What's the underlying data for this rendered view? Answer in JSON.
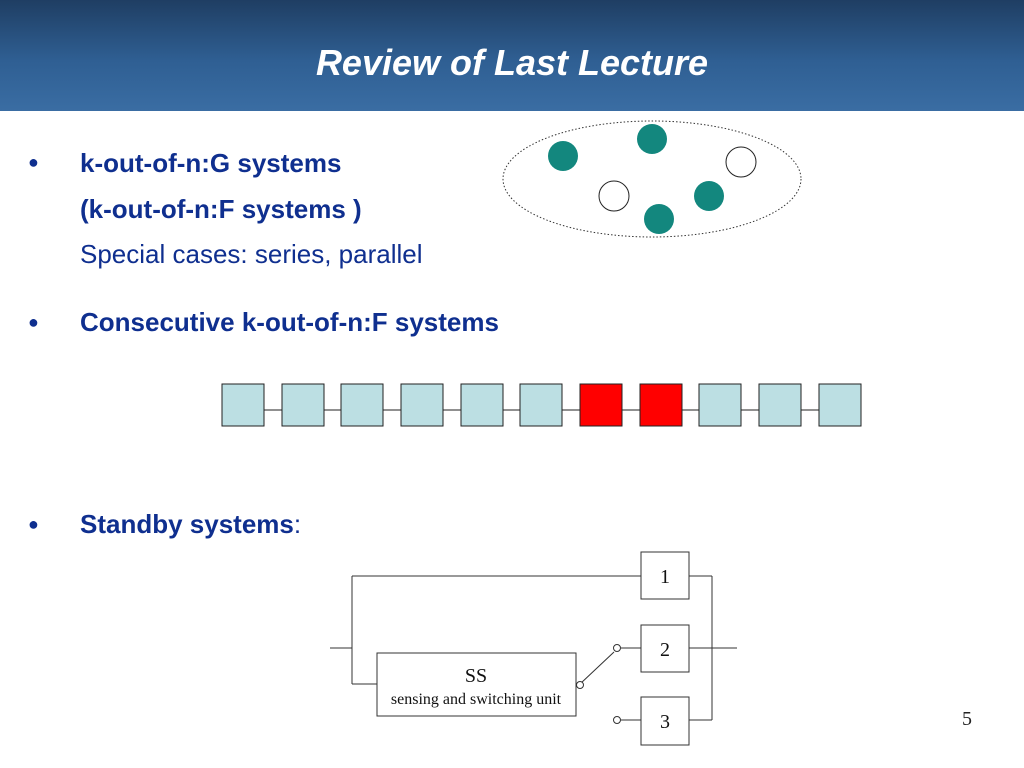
{
  "slide": {
    "title": "Review of Last Lecture",
    "page_number": "5"
  },
  "bullets": {
    "item1": {
      "line1": "k-out-of-n:G systems",
      "line2": "(k-out-of-n:F systems )",
      "line3": "Special cases: series, parallel"
    },
    "item2": {
      "line1": "Consecutive k-out-of-n:F systems"
    },
    "item3": {
      "label": "Standby systems",
      "suffix": ":"
    }
  },
  "diagram": {
    "standby": {
      "unit1": "1",
      "unit2": "2",
      "unit3": "3",
      "ss_title": "SS",
      "ss_caption": "sensing and switching unit"
    },
    "colors": {
      "teal": "#13877e",
      "component": "#bcdfe3",
      "failed": "#ff0000",
      "text_blue": "#0f2f8f"
    }
  }
}
